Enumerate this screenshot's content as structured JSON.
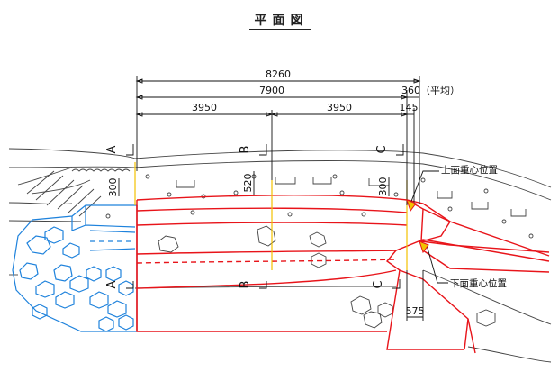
{
  "title": "平面図",
  "dimensions": {
    "total": "8260",
    "main": "7900",
    "left_span": "3950",
    "right_span": "3950",
    "end_avg": "360（平均）",
    "small_145": "145",
    "offset_a": "300",
    "offset_b": "520",
    "offset_c": "300",
    "bottom_575": "575"
  },
  "sections": {
    "a": "A",
    "b": "B",
    "c": "C"
  },
  "callouts": {
    "upper_cg": "上面重心位置",
    "lower_cg": "下面重心位置"
  },
  "colors": {
    "structure": "#e8141a",
    "existing": "#1e82dc",
    "dimension": "#111111",
    "centroid_line": "#f2c200",
    "ground": "#444444"
  }
}
